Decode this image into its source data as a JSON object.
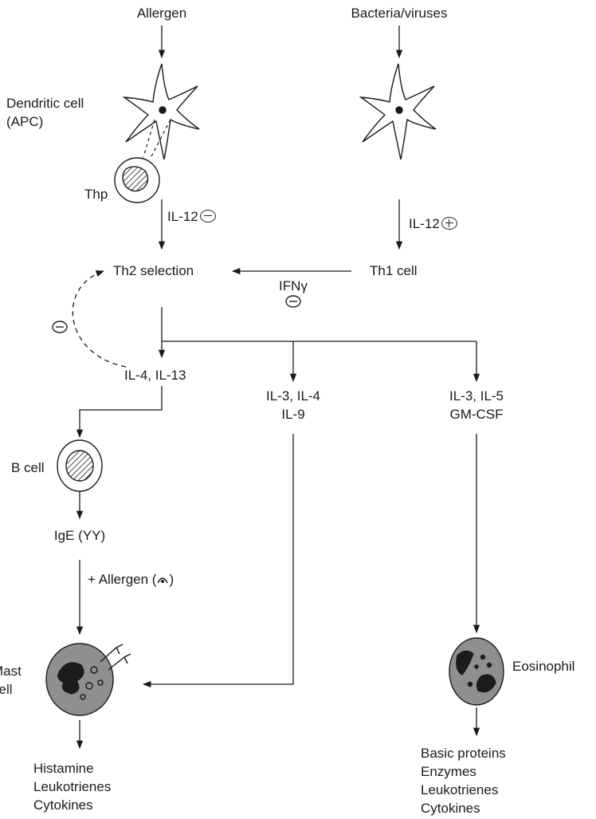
{
  "nodes": {
    "allergen": "Allergen",
    "bacteria_viruses": "Bacteria/viruses",
    "dendritic_cell": [
      "Dendritic cell",
      "(APC)"
    ],
    "thp": "Thp",
    "il12_left": "IL-12",
    "il12_right": "IL-12",
    "th2_selection": "Th2 selection",
    "th1_cell": "Th1 cell",
    "ifn_gamma": "IFNγ",
    "il4_il13": "IL-4, IL-13",
    "il3_il4_il9": [
      "IL-3, IL-4",
      "IL-9"
    ],
    "il3_il5_gmcsf": [
      "IL-3, IL-5",
      "GM-CSF"
    ],
    "b_cell": "B cell",
    "ige": "IgE (YY)",
    "plus_allergen": "+ Allergen (",
    "plus_allergen_close": ")",
    "mast_cell": [
      "Mast",
      "cell"
    ],
    "eosinophil": "Eosinophil",
    "mast_products": [
      "Histamine",
      "Leukotrienes",
      "Cytokines"
    ],
    "eos_products": [
      "Basic proteins",
      "Enzymes",
      "Leukotrienes",
      "Cytokines"
    ]
  },
  "colors": {
    "ink": "#1a1a1a",
    "cell_fill": "#8f8f8f",
    "granule": "#1c1c1c"
  },
  "icons": {
    "inhibition": "circled-minus",
    "stimulation": "circled-plus",
    "allergen_glyph": "arc-with-dot"
  }
}
